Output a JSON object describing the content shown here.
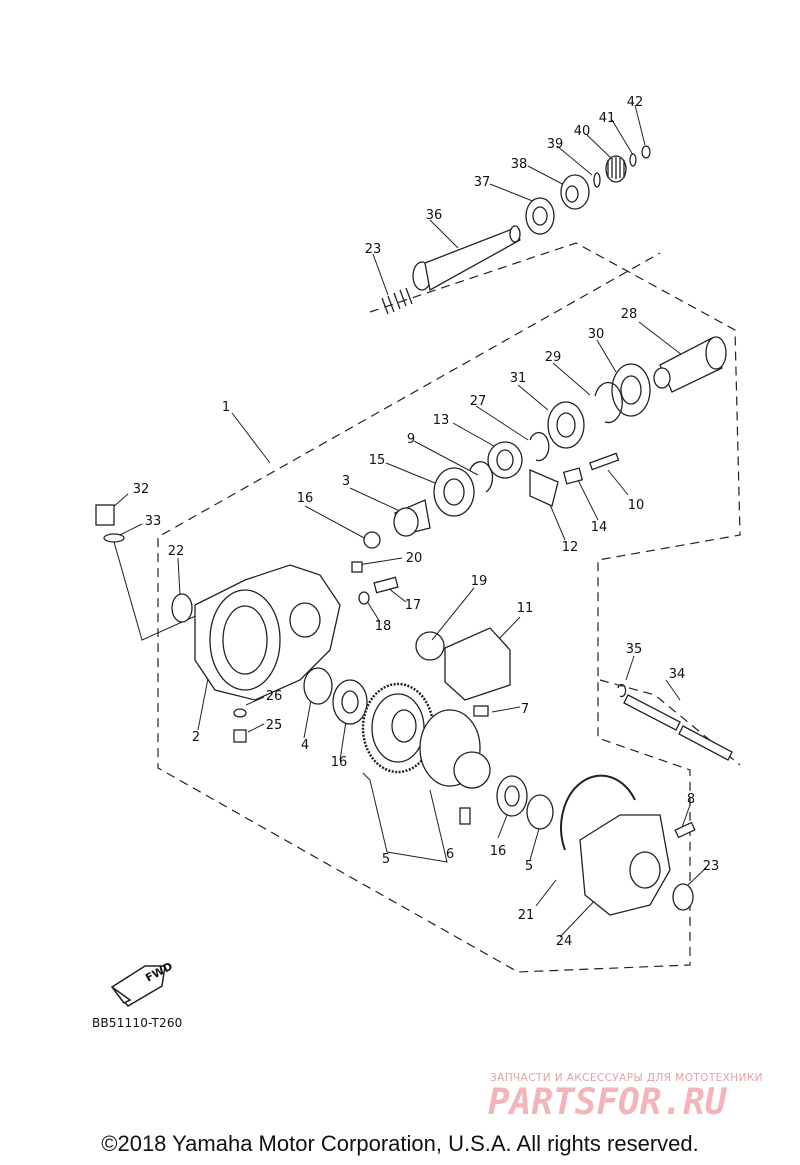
{
  "diagram_code": "BB51110-T260",
  "fwd_label": "FWD",
  "watermark": {
    "tagline": "ЗАПЧАСТИ И АКСЕССУАРЫ ДЛЯ МОТОТЕХНИКИ",
    "logo": "PARTSFOR.RU"
  },
  "copyright": "©2018 Yamaha Motor Corporation, U.S.A. All rights reserved.",
  "callouts": [
    "1",
    "2",
    "3",
    "4",
    "5",
    "5",
    "6",
    "7",
    "8",
    "9",
    "10",
    "11",
    "12",
    "13",
    "14",
    "15",
    "16",
    "16",
    "16",
    "17",
    "18",
    "19",
    "20",
    "21",
    "22",
    "23",
    "23",
    "23",
    "24",
    "25",
    "26",
    "27",
    "28",
    "29",
    "30",
    "31",
    "32",
    "33",
    "34",
    "35",
    "36",
    "37",
    "38",
    "39",
    "40",
    "41",
    "42"
  ]
}
